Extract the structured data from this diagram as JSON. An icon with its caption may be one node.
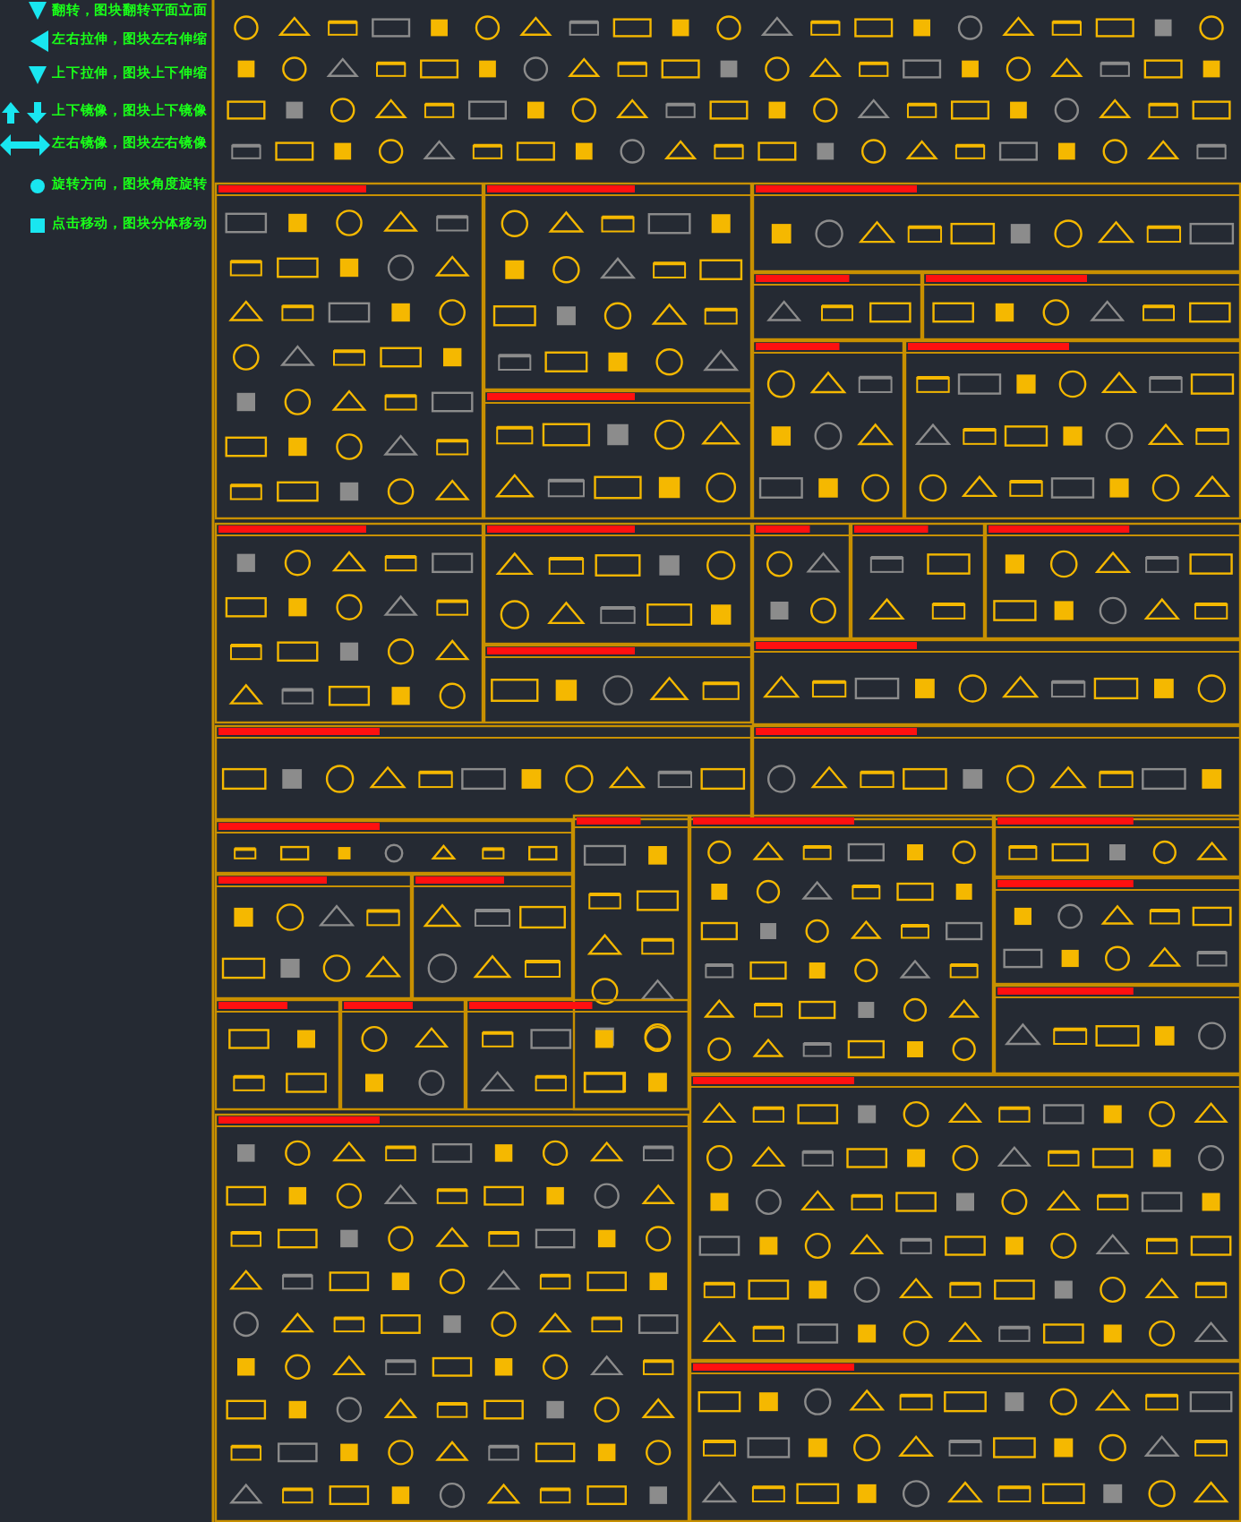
{
  "diagram": {
    "labels": [
      "翻转，图块翻转平面立面",
      "左右拉伸，图块左右伸缩",
      "上下拉伸，图块上下伸缩",
      "上下镜像，图块上下镜像",
      "左右镜像，图块左右镜像",
      "旋转方向，图块角度旋转",
      "点击移动，图块分体移动"
    ]
  }
}
